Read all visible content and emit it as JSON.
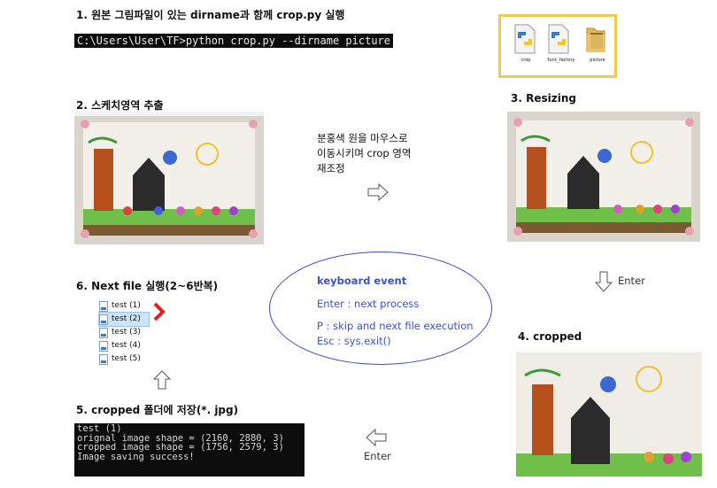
{
  "steps": {
    "step1": "1. 원본 그림파일이 있는 dirname과 함께 crop.py 실행",
    "step2": "2.  스케치영역 추출",
    "step3": "3. Resizing",
    "step4": "4. cropped",
    "step5": "5. cropped 폴더에 저장(*. jpg)",
    "step6": "6. Next file 실행(2~6반복)"
  },
  "command": "C:\\Users\\User\\TF>python crop.py --dirname picture",
  "folder_icons": [
    {
      "label": "crop",
      "icon": "python-file-icon"
    },
    {
      "label": "func_factory",
      "icon": "python-file-icon"
    },
    {
      "label": "picture",
      "icon": "folder-icon"
    }
  ],
  "crop_note": [
    "분홍색 원을 마우스로",
    "이동시키며 crop 영역",
    "재조정"
  ],
  "arrows": {
    "enter_down": "Enter",
    "enter_left": "Enter"
  },
  "keyboard": {
    "title": "keyboard event",
    "lines": [
      "Enter : next process",
      "P : skip and next file execution",
      "Esc : sys.exit()"
    ]
  },
  "files": [
    "test (1)",
    "test (2)",
    "test (3)",
    "test (4)",
    "test (5)"
  ],
  "selected_file": "test (2)",
  "terminal": [
    "test (1)",
    "orignal image shape = (2160, 2880, 3)",
    "cropped image shape = (1756, 2579, 3)",
    "Image saving success!"
  ],
  "colors": {
    "accent_blue": "#3b52c9",
    "highlight": "#cde3f8",
    "red_arrow": "#e02020",
    "folder_border": "#f2c94c"
  }
}
